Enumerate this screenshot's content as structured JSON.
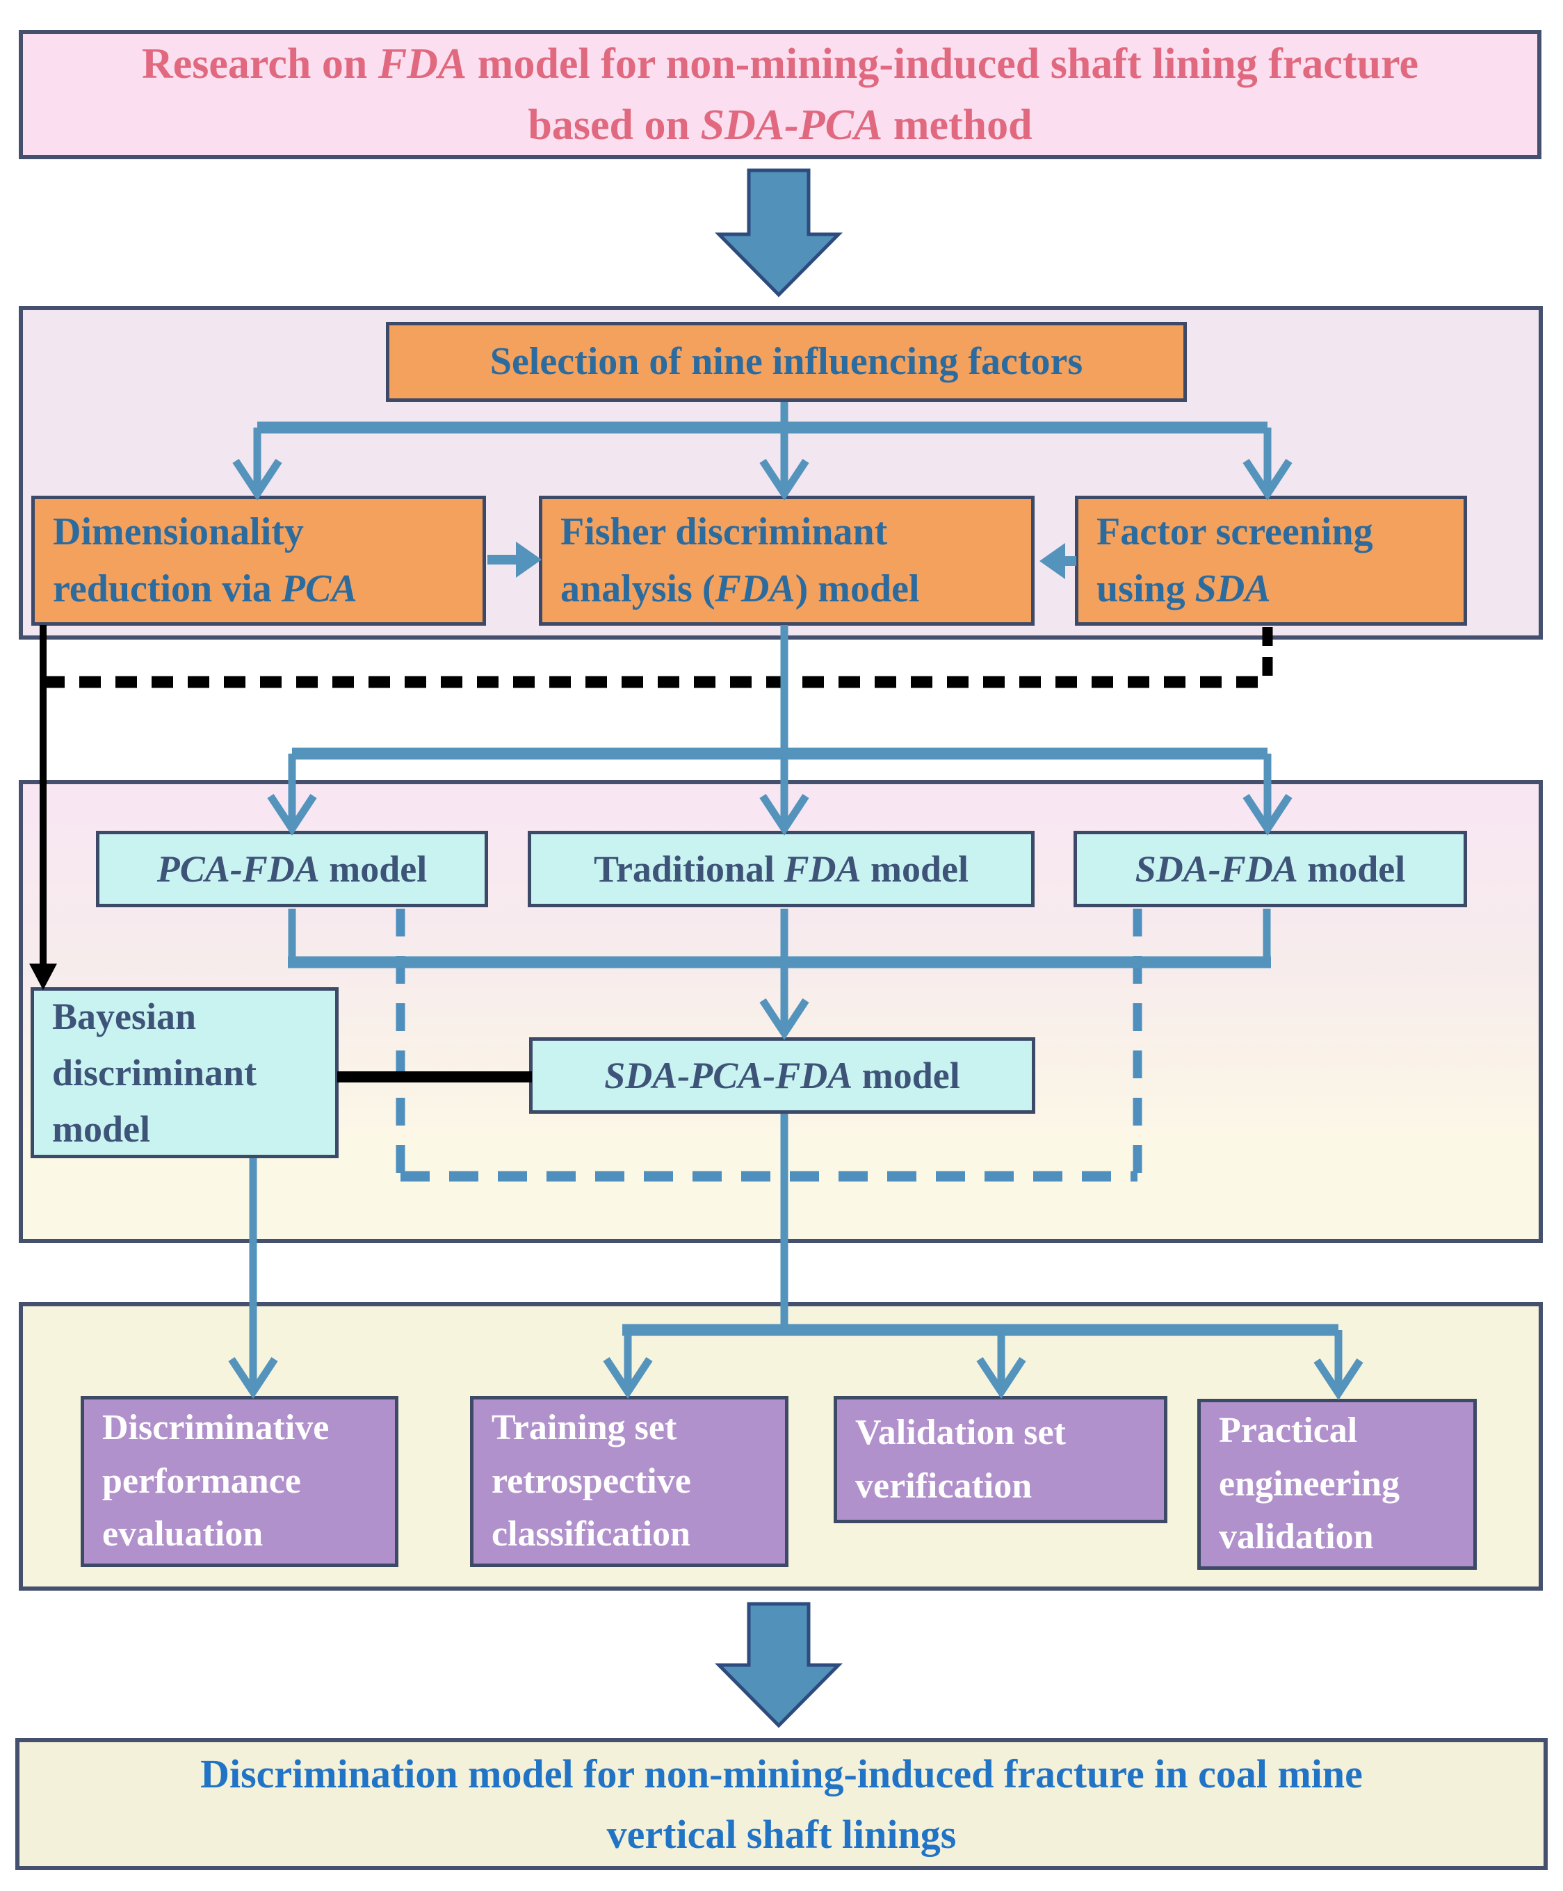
{
  "diagram": {
    "kind": "research-methodology-flowchart",
    "colors": {
      "page_bg": "#FFFFFF",
      "border_dark_slate": "#44506E",
      "title_bg": "#FBDEEF",
      "title_text": "#E0697F",
      "orange_box_bg": "#F5A15E",
      "orange_box_text": "#2B6B9E",
      "cyan_box_bg": "#C9F3F1",
      "cyan_box_text": "#3E5378",
      "purple_box_bg": "#B191CB",
      "purple_box_text": "#FFFFFF",
      "container2_bg": "#F2E6F0",
      "container3_bg_top": "#F8E6F3",
      "container3_bg_bottom": "#FCF8E6",
      "container4_bg": "#F7F4DE",
      "result_bg": "#F4F1DA",
      "result_text": "#2173C5",
      "block_arrow_fill": "#5292BA",
      "block_arrow_outline": "#2E4B7D",
      "connector_blue": "#5494BC",
      "connector_blue_dashed": "#4F8FBD",
      "connector_black": "#000000"
    },
    "nodes": {
      "title": {
        "segments": [
          {
            "t": "Research on "
          },
          {
            "t": "FDA",
            "i": true
          },
          {
            "t": " model for non-mining-induced shaft lining fracture\nbased on "
          },
          {
            "t": "SDA-PCA",
            "i": true
          },
          {
            "t": " method"
          }
        ]
      },
      "selection": {
        "segments": [
          {
            "t": "Selection of nine influencing factors"
          }
        ]
      },
      "dim_reduction": {
        "segments": [
          {
            "t": "Dimensionality\nreduction via "
          },
          {
            "t": "PCA",
            "i": true
          }
        ]
      },
      "fisher": {
        "segments": [
          {
            "t": "Fisher discriminant\nanalysis ("
          },
          {
            "t": "FDA",
            "i": true
          },
          {
            "t": ") model"
          }
        ]
      },
      "factor_screening": {
        "segments": [
          {
            "t": "Factor screening\nusing "
          },
          {
            "t": "SDA",
            "i": true
          }
        ]
      },
      "pca_fda": {
        "segments": [
          {
            "t": "PCA-FDA",
            "i": true
          },
          {
            "t": " model"
          }
        ]
      },
      "traditional_fda": {
        "segments": [
          {
            "t": "Traditional "
          },
          {
            "t": "FDA",
            "i": true
          },
          {
            "t": " model"
          }
        ]
      },
      "sda_fda": {
        "segments": [
          {
            "t": "SDA-FDA",
            "i": true
          },
          {
            "t": " model"
          }
        ]
      },
      "bayesian": {
        "segments": [
          {
            "t": "Bayesian\ndiscriminant\nmodel"
          }
        ]
      },
      "sda_pca_fda": {
        "segments": [
          {
            "t": "SDA-PCA-FDA",
            "i": true
          },
          {
            "t": " model"
          }
        ]
      },
      "performance_eval": {
        "segments": [
          {
            "t": "Discriminative\nperformance\nevaluation"
          }
        ]
      },
      "training_set": {
        "segments": [
          {
            "t": "Training set\nretrospective\nclassification"
          }
        ]
      },
      "validation_set": {
        "segments": [
          {
            "t": "Validation set\nverification"
          }
        ]
      },
      "practical_validation": {
        "segments": [
          {
            "t": "Practical\nengineering\nvalidation"
          }
        ]
      },
      "result": {
        "segments": [
          {
            "t": "Discrimination model for non-mining-induced fracture in coal mine\nvertical shaft linings"
          }
        ]
      }
    }
  }
}
